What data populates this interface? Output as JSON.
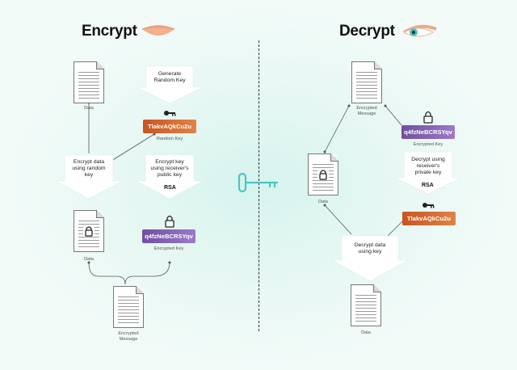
{
  "encrypt": {
    "title": "Encrypt",
    "data_doc_caption": "Data",
    "generate_key_label": "Generate\nRandom Key",
    "random_key_value": "TlakvAQkCu2u",
    "random_key_caption": "Random Key",
    "encrypt_data_label": "Encrypt data\nusing random\nkey",
    "encrypt_key_label": "Encrypt key\nusing receiver's\npublic key",
    "rsa_label": "RSA",
    "encrypted_data_caption": "Data",
    "encrypted_key_value": "q4fzNeBCRSYqv",
    "encrypted_key_caption": "Encrypted Key",
    "encrypted_message_caption": "Encrypted\nMessage"
  },
  "decrypt": {
    "title": "Decrypt",
    "encrypted_message_caption": "Encrypted\nMessage",
    "encrypted_key_value": "q4fzNeBCRSYqv",
    "encrypted_key_caption": "Encrypted Key",
    "data_doc_caption": "Data",
    "decrypt_key_label": "Decrypt using\nreceiver's\nprivate key",
    "rsa_label": "RSA",
    "random_key_value": "TlakvAQkCu2u",
    "decrypt_data_label": "Decrypt data\nusing key",
    "final_data_caption": "Data"
  },
  "colors": {
    "orange_key": "#d2622d",
    "purple_key": "#8465b5",
    "eye_skin": "#f2b08d",
    "accent_teal": "#49c7c0"
  },
  "icons": [
    "closed-eye-icon",
    "open-eye-icon",
    "key-icon",
    "lock-icon",
    "document-icon",
    "center-key-icon"
  ]
}
